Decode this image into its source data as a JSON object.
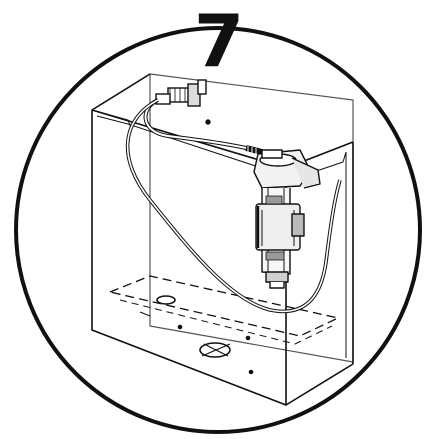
{
  "diagram": {
    "step_number": "7",
    "colors": {
      "ink": "#111111",
      "background": "#ffffff",
      "fill_valve_body": "#f2f2f2",
      "fill_valve_shade": "#9a9a9a",
      "accent_red": "#c0392b"
    },
    "icons": {
      "frame": "circle-frame",
      "tank": "toilet-tank",
      "valve": "fill-valve",
      "hose": "water-supply-hose",
      "connector": "shut-off-connector"
    }
  }
}
